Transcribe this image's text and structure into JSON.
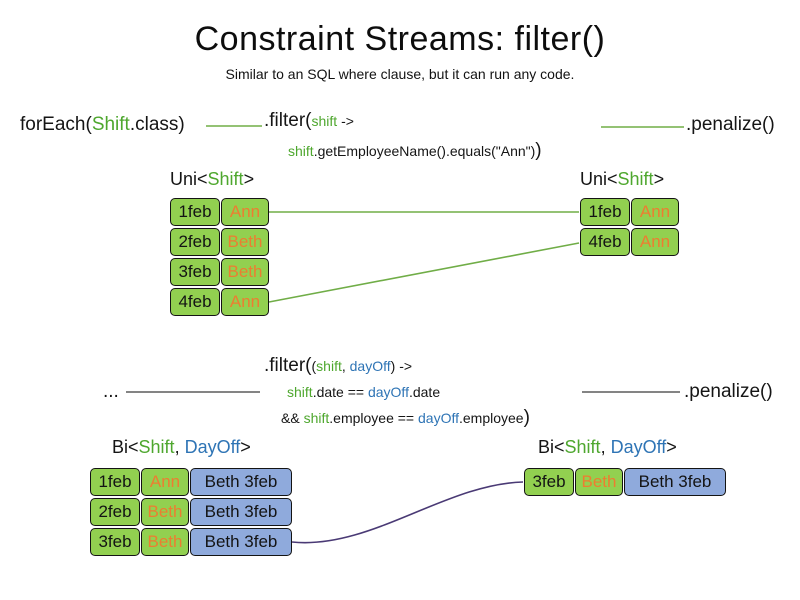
{
  "title": "Constraint Streams: filter()",
  "subtitle": "Similar to an SQL where clause, but it can run any code.",
  "colors": {
    "green_text": "#4ea72e",
    "green_fill": "#92d050",
    "blue_text": "#2e74b5",
    "blue_fill": "#8faadc",
    "orange_text": "#ed7d31",
    "connector_green": "#70ad47",
    "connector_purple": "#4a3a75"
  },
  "uni_section": {
    "foreach_pre": "forEach(",
    "foreach_class": "Shift",
    "foreach_post": ".class)",
    "filter_pre": ".filter(",
    "filter_param": "shift",
    "filter_arrow": " ->",
    "filter_body_param": "shift",
    "filter_body": ".getEmployeeName().equals(\"Ann\")",
    "filter_close": ")",
    "penalize": ".penalize()",
    "left_type_pre": "Uni<",
    "left_type_name": "Shift",
    "left_type_post": ">",
    "right_type_pre": "Uni<",
    "right_type_name": "Shift",
    "right_type_post": ">",
    "left_rows": [
      {
        "date": "1feb",
        "employee": "Ann"
      },
      {
        "date": "2feb",
        "employee": "Beth"
      },
      {
        "date": "3feb",
        "employee": "Beth"
      },
      {
        "date": "4feb",
        "employee": "Ann"
      }
    ],
    "right_rows": [
      {
        "date": "1feb",
        "employee": "Ann"
      },
      {
        "date": "4feb",
        "employee": "Ann"
      }
    ]
  },
  "bi_section": {
    "ellipsis": "...",
    "filter_pre": ".filter(",
    "paren_open": "(",
    "param_shift": "shift",
    "comma": ", ",
    "param_dayoff": "dayOff",
    "filter_arrow": ") ->",
    "cond1_shift": "shift",
    "cond1_mid": ".date == ",
    "cond1_dayoff": "dayOff",
    "cond1_post": ".date",
    "cond2_pre": "&& ",
    "cond2_shift": "shift",
    "cond2_mid": ".employee == ",
    "cond2_dayoff": "dayOff",
    "cond2_post": ".employee",
    "filter_close": ")",
    "penalize": ".penalize()",
    "left_type_pre": "Bi<",
    "left_type_shift": "Shift",
    "left_type_comma": ", ",
    "left_type_dayoff": "DayOff",
    "left_type_post": ">",
    "right_type_pre": "Bi<",
    "right_type_shift": "Shift",
    "right_type_comma": ", ",
    "right_type_dayoff": "DayOff",
    "right_type_post": ">",
    "left_rows": [
      {
        "date": "1feb",
        "employee": "Ann",
        "pair": "Beth 3feb"
      },
      {
        "date": "2feb",
        "employee": "Beth",
        "pair": "Beth 3feb"
      },
      {
        "date": "3feb",
        "employee": "Beth",
        "pair": "Beth 3feb"
      }
    ],
    "right_rows": [
      {
        "date": "3feb",
        "employee": "Beth",
        "pair": "Beth 3feb"
      }
    ]
  }
}
